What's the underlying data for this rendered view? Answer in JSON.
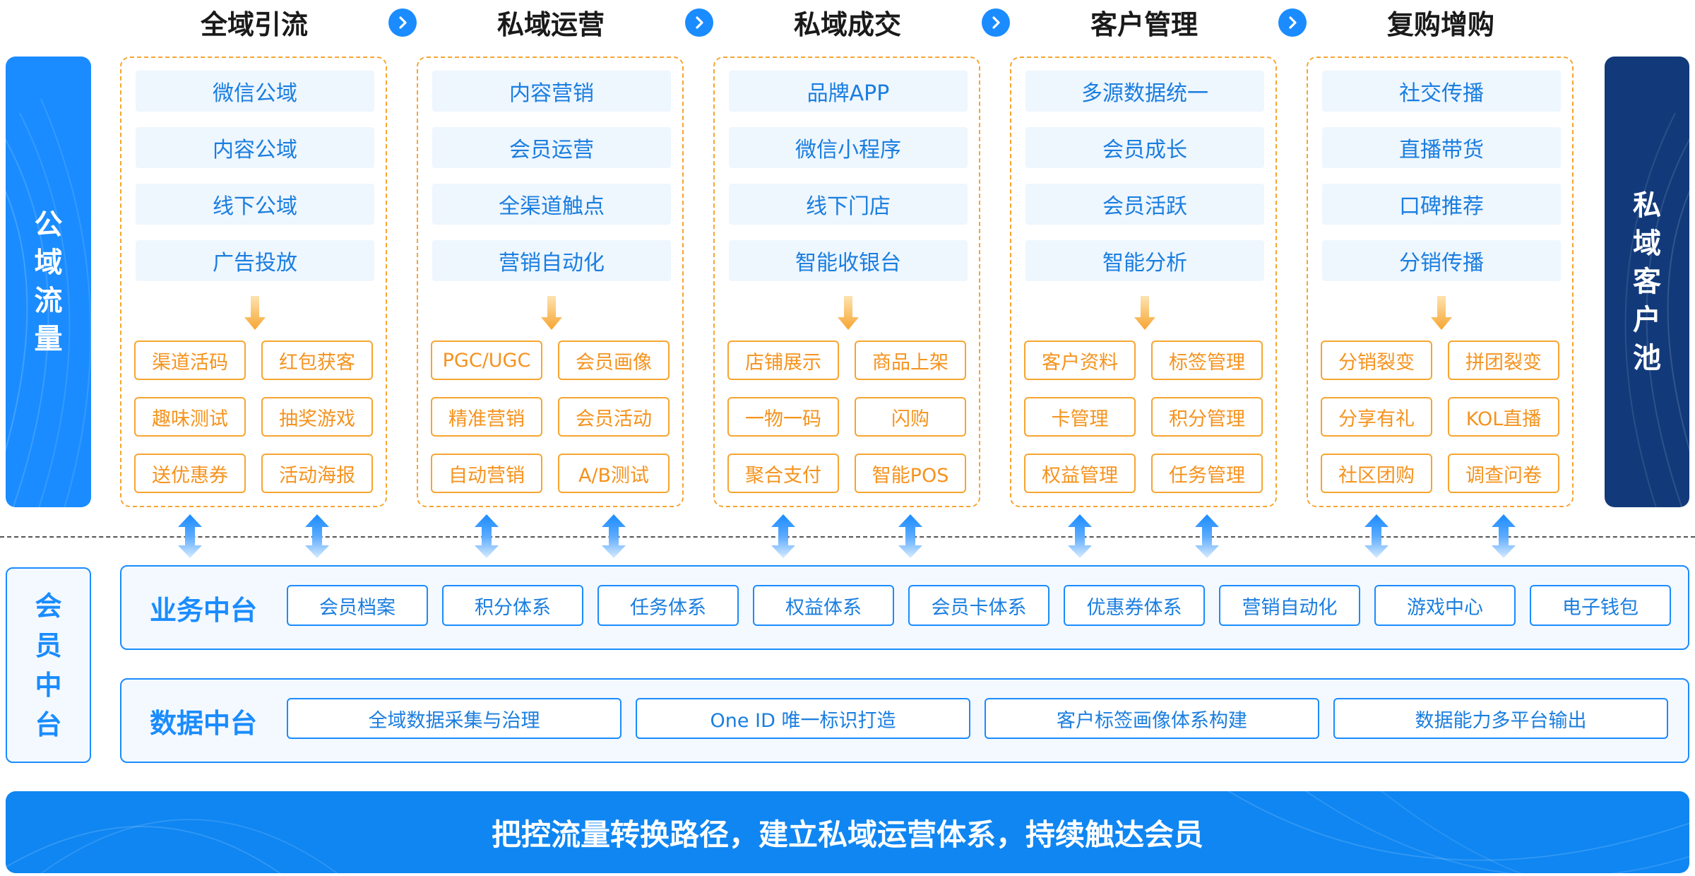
{
  "stages": [
    {
      "title": "全域引流",
      "features": [
        "微信公域",
        "内容公域",
        "线下公域",
        "广告投放"
      ],
      "tags": [
        "渠道活码",
        "红包获客",
        "趣味测试",
        "抽奖游戏",
        "送优惠券",
        "活动海报"
      ]
    },
    {
      "title": "私域运营",
      "features": [
        "内容营销",
        "会员运营",
        "全渠道触点",
        "营销自动化"
      ],
      "tags": [
        "PGC/UGC",
        "会员画像",
        "精准营销",
        "会员活动",
        "自动营销",
        "A/B测试"
      ]
    },
    {
      "title": "私域成交",
      "features": [
        "品牌APP",
        "微信小程序",
        "线下门店",
        "智能收银台"
      ],
      "tags": [
        "店铺展示",
        "商品上架",
        "一物一码",
        "闪购",
        "聚合支付",
        "智能POS"
      ]
    },
    {
      "title": "客户管理",
      "features": [
        "多源数据统一",
        "会员成长",
        "会员活跃",
        "智能分析"
      ],
      "tags": [
        "客户资料",
        "标签管理",
        "卡管理",
        "积分管理",
        "权益管理",
        "任务管理"
      ]
    },
    {
      "title": "复购增购",
      "features": [
        "社交传播",
        "直播带货",
        "口碑推荐",
        "分销传播"
      ],
      "tags": [
        "分销裂变",
        "拼团裂变",
        "分享有礼",
        "KOL直播",
        "社区团购",
        "调查问卷"
      ]
    }
  ],
  "left_bar": "公域流量",
  "right_bar": "私域客户池",
  "member_center": "会员中台",
  "business_platform": {
    "title": "业务中台",
    "items": [
      "会员档案",
      "积分体系",
      "任务体系",
      "权益体系",
      "会员卡体系",
      "优惠券体系",
      "营销自动化",
      "游戏中心",
      "电子钱包"
    ]
  },
  "data_platform": {
    "title": "数据中台",
    "items": [
      "全域数据采集与治理",
      "One ID 唯一标识打造",
      "客户标签画像体系构建",
      "数据能力多平台输出"
    ]
  },
  "footer": "把控流量转换路径，建立私域运营体系，持续触达会员",
  "colors": {
    "primary": "#1a8cff",
    "accent_orange": "#f7a531",
    "dark_navy": "#123a7a",
    "pill_bg": "#eef6fe"
  }
}
